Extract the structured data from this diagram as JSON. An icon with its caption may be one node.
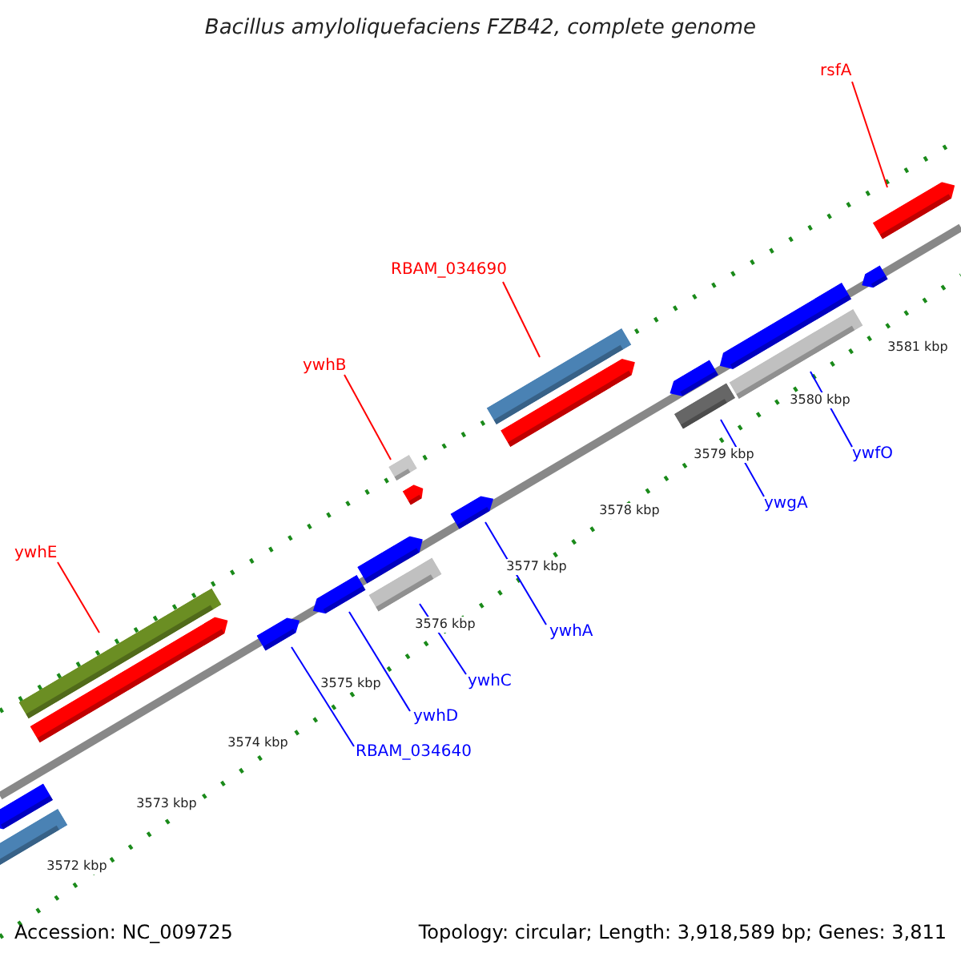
{
  "diagram": {
    "title": "Bacillus amyloliquefaciens FZB42, complete genome",
    "nodes": [
      {
        "text": [
          "rsfA"
        ]
      },
      {
        "text": [],
        "shape": "bar"
      },
      {
        "text": [
          "RBAM_034690"
        ]
      },
      {
        "text": [],
        "shape": "bar"
      },
      {
        "text": [
          "ywhB"
        ]
      },
      {
        "text": [],
        "shape": "bar"
      },
      {
        "text": [
          "ywhE"
        ]
      },
      {
        "text": [],
        "shape": "bar"
      },
      {
        "text": [
          "ywfO"
        ]
      },
      {
        "text": [],
        "shape": "bar"
      },
      {
        "text": [
          "ywgA"
        ]
      },
      {
        "text": [],
        "shape": "bar"
      },
      {
        "text": [
          "ywhA"
        ]
      },
      {
        "text": [],
        "shape": "bar"
      },
      {
        "text": [
          "ywhC"
        ]
      },
      {
        "text": [],
        "shape": "bar"
      },
      {
        "text": [
          "ywhD"
        ]
      },
      {
        "text": [],
        "shape": "bar"
      },
      {
        "text": [
          "RBAM_034640"
        ]
      },
      {
        "text": [],
        "shape": "bar"
      }
    ],
    "edges": [
      {
        "from": 0,
        "to": 1,
        "arrow": "none",
        "color": "#ff0000"
      },
      {
        "from": 2,
        "to": 3,
        "arrow": "none",
        "color": "#ff0000"
      },
      {
        "from": 4,
        "to": 5,
        "arrow": "none",
        "color": "#ff0000"
      },
      {
        "from": 6,
        "to": 7,
        "arrow": "none",
        "color": "#ff0000"
      },
      {
        "from": 8,
        "to": 9,
        "arrow": "none",
        "color": "#0000ff"
      },
      {
        "from": 10,
        "to": 11,
        "arrow": "none",
        "color": "#0000ff"
      },
      {
        "from": 12,
        "to": 13,
        "arrow": "none",
        "color": "#0000ff"
      },
      {
        "from": 14,
        "to": 15,
        "arrow": "none",
        "color": "#0000ff"
      },
      {
        "from": 16,
        "to": 17,
        "arrow": "none",
        "color": "#0000ff"
      },
      {
        "from": 18,
        "to": 19,
        "arrow": "none",
        "color": "#0000ff"
      }
    ],
    "labels": [
      "3581 kbp",
      "3580 kbp",
      "3579 kbp",
      "3578 kbp",
      "3577 kbp",
      "3576 kbp",
      "3575 kbp",
      "3574 kbp",
      "3573 kbp",
      "3572 kbp",
      "Accession: NC_009725",
      "Topology: circular; Length: 3,918,589 bp; Genes: 3,811"
    ]
  }
}
